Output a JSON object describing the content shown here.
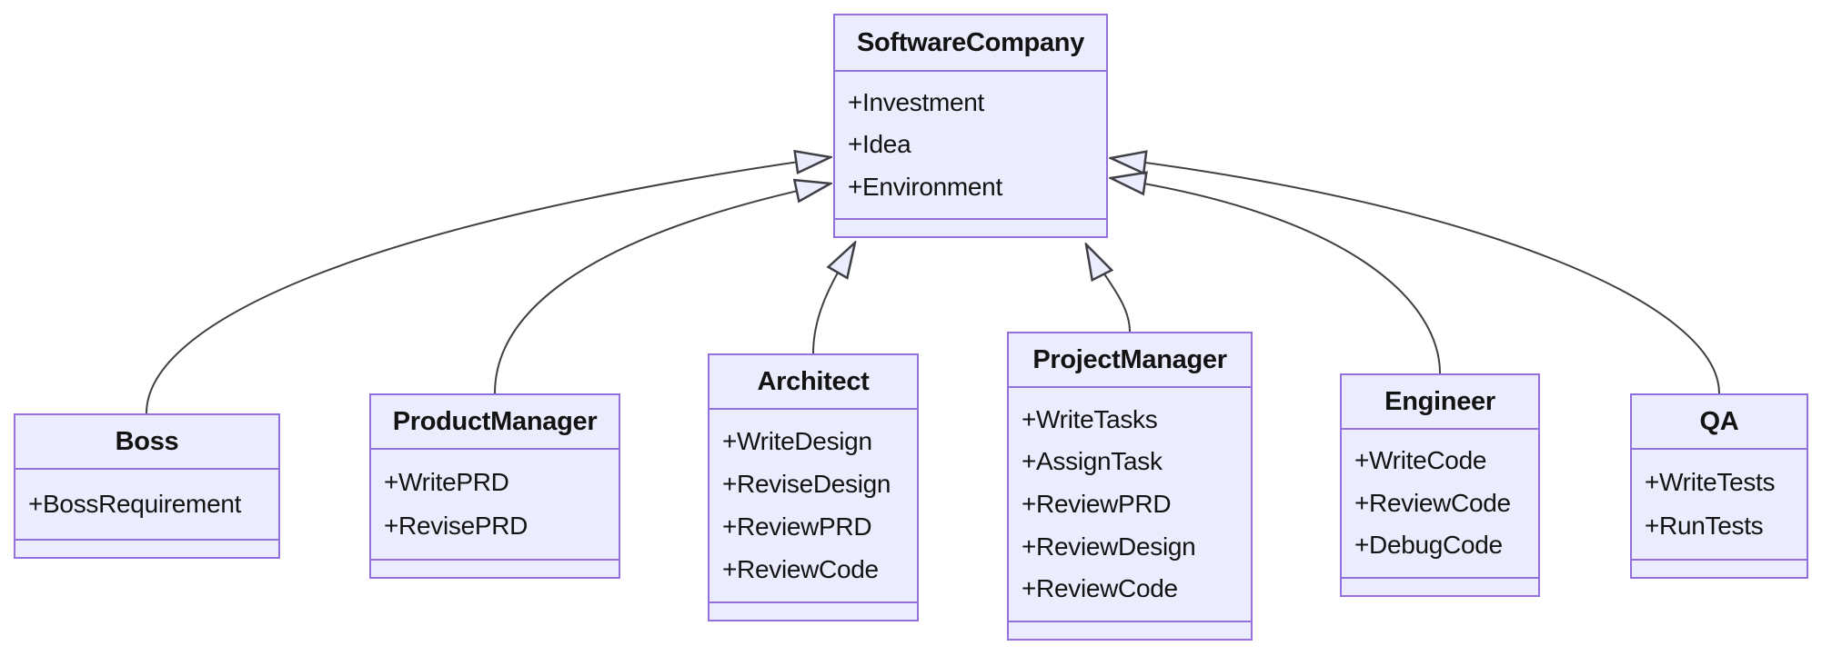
{
  "diagram": {
    "kind": "uml-class-diagram",
    "classes": {
      "software_company": {
        "name": "SoftwareCompany",
        "attributes": [
          "+Investment",
          "+Idea",
          "+Environment"
        ],
        "methods": []
      },
      "boss": {
        "name": "Boss",
        "attributes": [
          "+BossRequirement"
        ],
        "methods": []
      },
      "product_manager": {
        "name": "ProductManager",
        "attributes": [
          "+WritePRD",
          "+RevisePRD"
        ],
        "methods": []
      },
      "architect": {
        "name": "Architect",
        "attributes": [
          "+WriteDesign",
          "+ReviseDesign",
          "+ReviewPRD",
          "+ReviewCode"
        ],
        "methods": []
      },
      "project_manager": {
        "name": "ProjectManager",
        "attributes": [
          "+WriteTasks",
          "+AssignTask",
          "+ReviewPRD",
          "+ReviewDesign",
          "+ReviewCode"
        ],
        "methods": []
      },
      "engineer": {
        "name": "Engineer",
        "attributes": [
          "+WriteCode",
          "+ReviewCode",
          "+DebugCode"
        ],
        "methods": []
      },
      "qa": {
        "name": "QA",
        "attributes": [
          "+WriteTests",
          "+RunTests"
        ],
        "methods": []
      }
    },
    "relations": [
      {
        "from": "Boss",
        "to": "SoftwareCompany",
        "type": "inheritance"
      },
      {
        "from": "ProductManager",
        "to": "SoftwareCompany",
        "type": "inheritance"
      },
      {
        "from": "Architect",
        "to": "SoftwareCompany",
        "type": "inheritance"
      },
      {
        "from": "ProjectManager",
        "to": "SoftwareCompany",
        "type": "inheritance"
      },
      {
        "from": "Engineer",
        "to": "SoftwareCompany",
        "type": "inheritance"
      },
      {
        "from": "QA",
        "to": "SoftwareCompany",
        "type": "inheritance"
      }
    ],
    "colors": {
      "node_fill": "#ECECFF",
      "node_border": "#9370DB",
      "edge_line": "#3F3F46",
      "arrowhead_fill": "#ECECFF",
      "text": "#131313",
      "background": "#FFFFFF"
    }
  }
}
